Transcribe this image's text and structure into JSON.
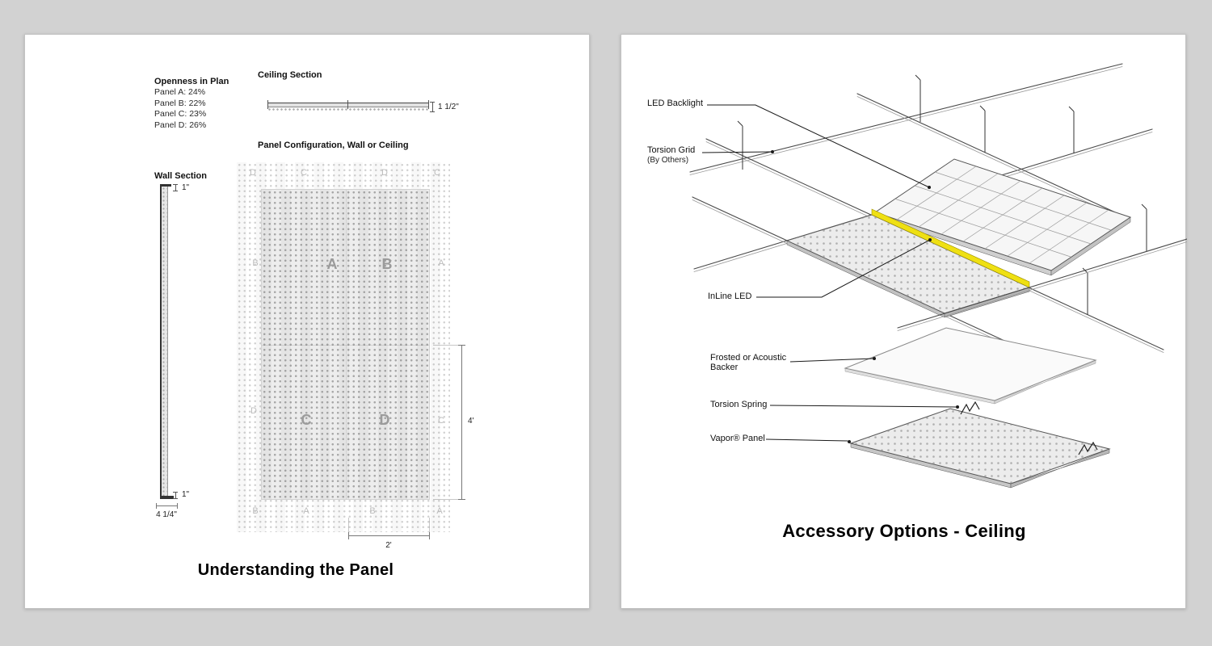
{
  "left_page": {
    "openness": {
      "title": "Openness in Plan",
      "items": [
        "Panel A: 24%",
        "Panel B: 22%",
        "Panel C: 23%",
        "Panel D: 26%"
      ]
    },
    "ceiling_section": {
      "title": "Ceiling Section",
      "dimension": "1 1/2\""
    },
    "panel_config_title": "Panel Configuration, Wall or Ceiling",
    "wall_section": {
      "title": "Wall Section",
      "dim_top": "1\"",
      "dim_bottom": "1\"",
      "dim_width": "4 1/4\""
    },
    "panel": {
      "quadrants": [
        "A",
        "B",
        "C",
        "D"
      ],
      "ghost_top": [
        "D",
        "C",
        "D",
        "C"
      ],
      "ghost_left": [
        "B",
        "D"
      ],
      "ghost_right": [
        "A",
        "C"
      ],
      "ghost_bottom": [
        "B",
        "A",
        "B",
        "A"
      ],
      "dim_height": "4'",
      "dim_width": "2'"
    },
    "title": "Understanding the Panel"
  },
  "right_page": {
    "labels": {
      "led_backlight": "LED Backlight",
      "torsion_grid": "Torsion Grid",
      "torsion_grid_sub": "(By Others)",
      "inline_led": "InLine LED",
      "frosted_line1": "Frosted or Acoustic",
      "frosted_line2": "Backer",
      "torsion_spring": "Torsion Spring",
      "vapor_panel": "Vapor® Panel"
    },
    "title": "Accessory Options - Ceiling"
  },
  "colors": {
    "led_yellow": "#efe013"
  }
}
